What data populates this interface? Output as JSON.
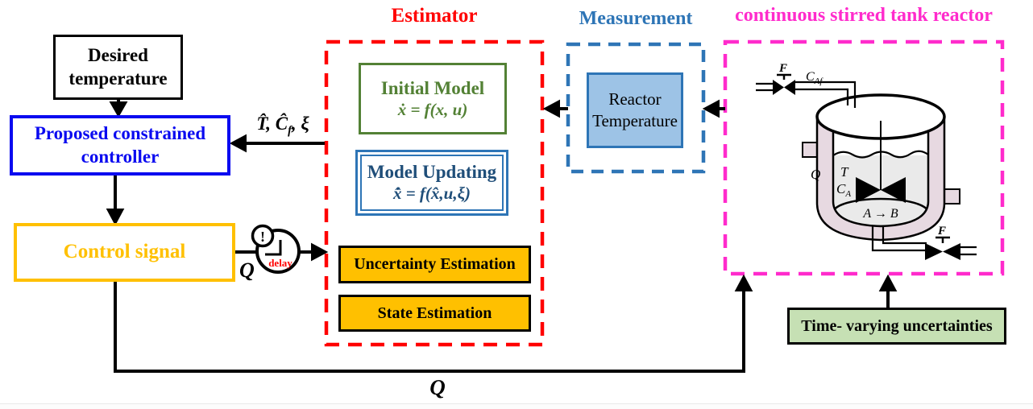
{
  "blocks": {
    "desired_temperature": {
      "line1": "Desired",
      "line2": "temperature"
    },
    "controller": {
      "line1": "Proposed constrained",
      "line2": "controller"
    },
    "control_signal": {
      "label": "Control signal"
    },
    "delay_icon": {
      "exclamation": "!",
      "label": "delay",
      "q_label": "Q"
    },
    "controller_input_label": {
      "pre": "T̂, Ĉ",
      "sub": "f",
      "post": ", ξ"
    },
    "estimator": {
      "title": "Estimator",
      "initial_model": {
        "title": "Initial Model",
        "equation": "ẋ = f(x, u)"
      },
      "model_updating": {
        "title": "Model Updating",
        "equation": "x̂̇ = f(x̂,u,ξ)"
      },
      "uncertainty_estimation_label": "Uncertainty Estimation",
      "state_estimation_label": "State Estimation"
    },
    "measurement": {
      "title": "Measurement",
      "reactor_temperature": {
        "line1": "Reactor",
        "line2": "Temperature"
      }
    },
    "cstr": {
      "title": "continuous stirred tank reactor",
      "inlet_valve_label": "F",
      "inlet_stream_label_main": "C",
      "inlet_stream_label_sub": "Af",
      "jacket_label": "Q",
      "temperature_label": "T",
      "concentration_label_main": "C",
      "concentration_label_sub": "A",
      "reaction_label": "A → B",
      "outlet_valve_label": "F"
    },
    "time_varying_uncertainties": {
      "label": "Time- varying uncertainties"
    },
    "feedback_q_label": "Q"
  },
  "colors": {
    "controller_blue": "#0a0af0",
    "signal_gold": "#FFC000",
    "estimator_red": "#FF0000",
    "measurement_blue": "#2E75B6",
    "reactor_fill_blue": "#9DC3E6",
    "cstr_magenta": "#FF2BCC",
    "model_green": "#538135",
    "model_updating_navy": "#1F4E79",
    "uncertainty_fill_orange": "#FFC000",
    "uncertainties_fill_green": "#C6E0B4",
    "jacket_pink": "#E7D9E1",
    "liquid_gray": "#EAEAEA",
    "delay_red": "#FF0000",
    "line_black": "#000000"
  }
}
